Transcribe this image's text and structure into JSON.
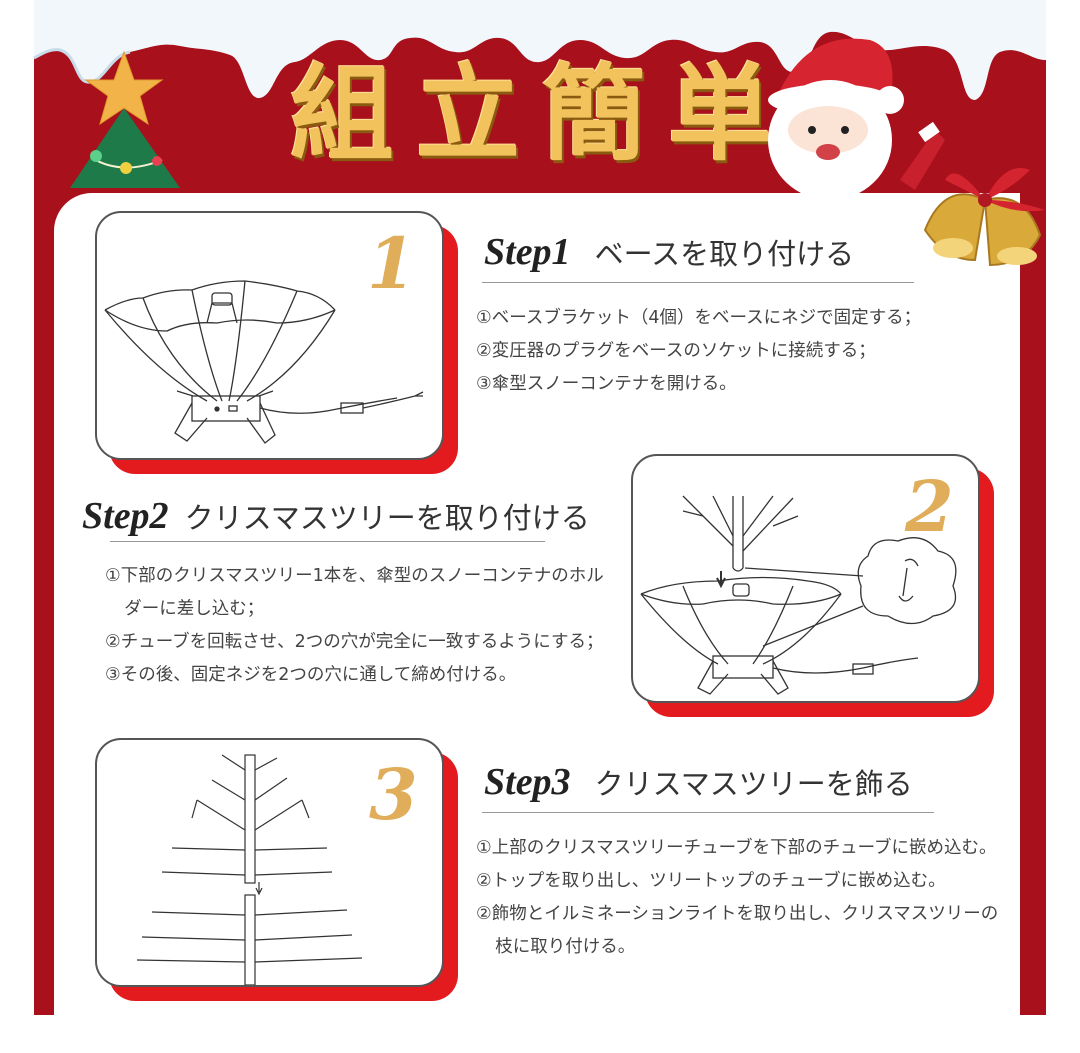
{
  "header": {
    "title": "組立簡単",
    "colors": {
      "frame_red": "#a8101c",
      "title_gold": "#f2c25c",
      "shadow_red": "#e31b1f",
      "number_gold": "#e0ad5a"
    }
  },
  "steps": [
    {
      "number": "1",
      "label": "Step1",
      "title": "ベースを取り付ける",
      "items": [
        "①ベースブラケット（4個）をベースにネジで固定する；",
        "②変圧器のプラグをベースのソケットに接続する；",
        "③傘型スノーコンテナを開ける。"
      ],
      "illustration": "umbrella-base-with-power-cord"
    },
    {
      "number": "2",
      "label": "Step2",
      "title": "クリスマスツリーを取り付ける",
      "items": [
        "①下部のクリスマスツリー1本を、傘型のスノーコンテナのホルダーに差し込む；",
        "②チューブを回転させ、2つの穴が完全に一致するようにする；",
        "③その後、固定ネジを2つの穴に通して締め付ける。"
      ],
      "illustration": "tree-trunk-into-umbrella-base-with-screw-detail"
    },
    {
      "number": "3",
      "label": "Step3",
      "title": "クリスマスツリーを飾る",
      "items": [
        "①上部のクリスマスツリーチューブを下部のチューブに嵌め込む。",
        "②トップを取り出し、ツリートップのチューブに嵌め込む。",
        "②飾物とイルミネーションライトを取り出し、クリスマスツリーの枝に取り付ける。"
      ],
      "illustration": "tree-upper-and-lower-sections-joining"
    }
  ]
}
